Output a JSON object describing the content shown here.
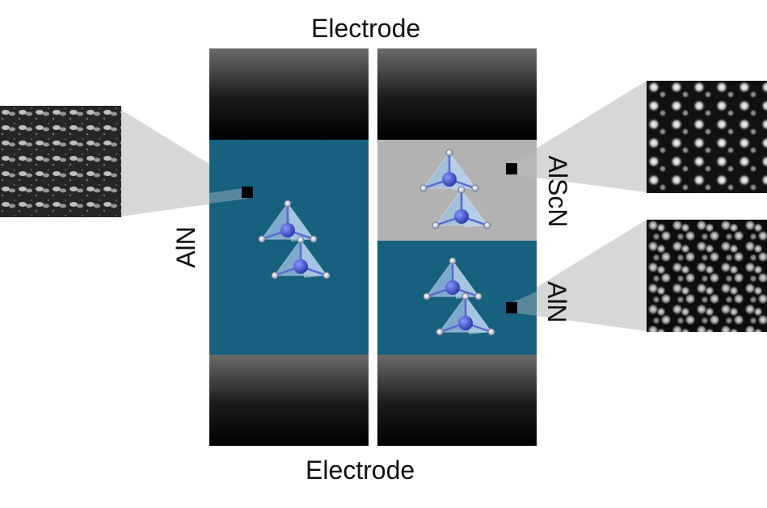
{
  "labels": {
    "top_electrode": "Electrode",
    "bottom_electrode": "Electrode",
    "left_layer": "AlN",
    "right_top_layer": "AlScN",
    "right_bottom_layer": "AlN"
  },
  "colors": {
    "aln_layer": "#17607f",
    "alscn_layer": "#b2b2b2",
    "electrode_dark": "#000000",
    "electrode_light": "#6b6b6b",
    "tetrahedron_face": "#9fc3e6",
    "atom_blue": "#3b4bc8",
    "marker": "#000000",
    "zoom_wedge": "#d0d0d0"
  },
  "icons": {
    "crystal_structure": "tetrahedron-icon",
    "sample_marker": "square-marker-icon",
    "micrograph": "stem-image-icon"
  }
}
